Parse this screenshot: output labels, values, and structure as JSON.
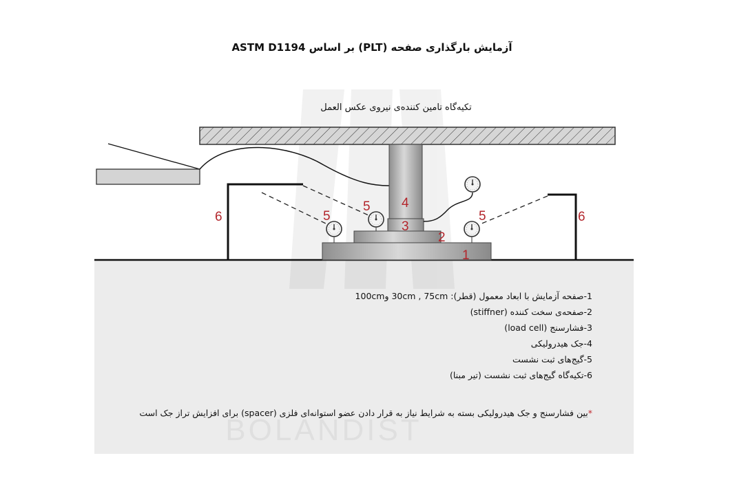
{
  "title": "آزمایش بارگذاری صفحه (PLT) بر اساس  ASTM D1194",
  "reaction_label": "تکیه‌گاه تامین کننده‌ی نیروی عکس العمل",
  "part_numbers": {
    "plate": "1",
    "stiffener": "2",
    "load_cell": "3",
    "jack": "4",
    "gauge": "5",
    "support": "6"
  },
  "legend": [
    "1-صفحه آزمایش با ابعاد معمول (قطر):  30cm , 75cm و100cm",
    "2-صفحه‌ی سخت کننده (stiffner)",
    "3-فشارسنج (load cell)",
    "4-جک هیدرولیکی",
    "5-گیج‌های ثبت نشست",
    "6-تکیه‌گاه گیج‌های ثبت نشست (تیر مبنا)"
  ],
  "note": {
    "star": "*",
    "text": "بین فشارسنج و جک هیدرولیکی بسته به شرایط نیاز به قرار دادن عضو استوانه‌ای فلزی (spacer) برای افزایش تراز جک است"
  },
  "watermark": "BOLANDIST",
  "colors": {
    "accent": "#b3262c",
    "ground": "#ededed",
    "steel": "#b8b8b8"
  }
}
